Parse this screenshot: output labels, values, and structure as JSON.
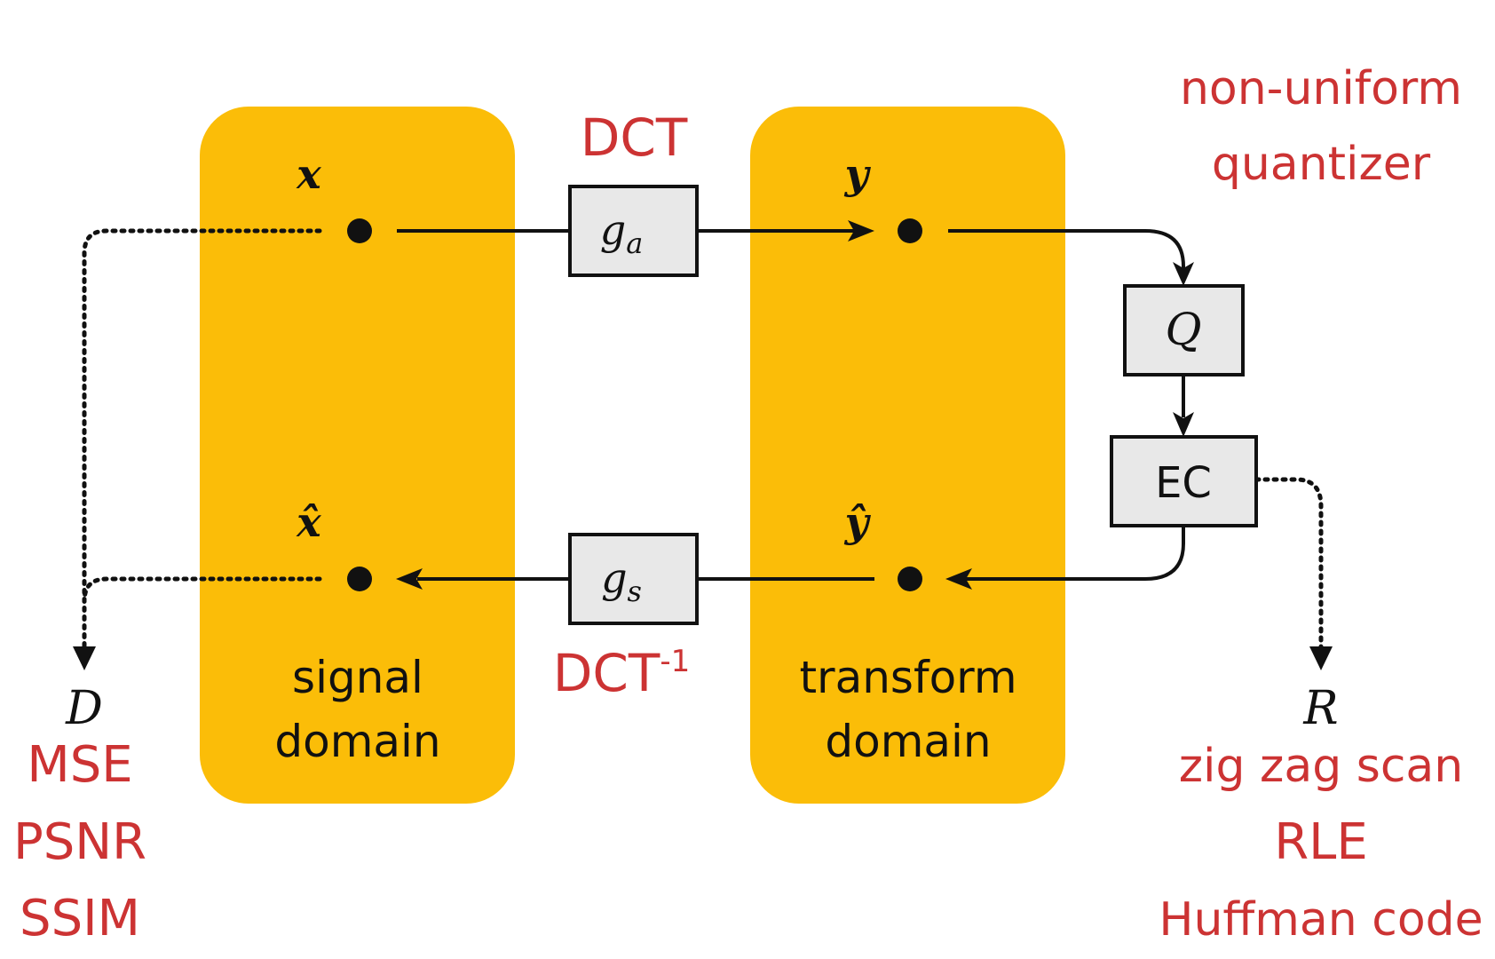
{
  "colors": {
    "domain_fill": "#FBBD08",
    "box_fill": "#E8E8E8",
    "accent_red": "#CC3333",
    "ink": "#111111"
  },
  "signal_domain": {
    "line1": "signal",
    "line2": "domain"
  },
  "transform_domain": {
    "line1": "transform",
    "line2": "domain"
  },
  "nodes": {
    "x": "x",
    "x_hat": "x̂",
    "y": "y",
    "y_hat": "ŷ"
  },
  "boxes": {
    "analysis": {
      "base": "g",
      "sub": "a"
    },
    "synthesis": {
      "base": "g",
      "sub": "s"
    },
    "quantizer": "Q",
    "entropy_coder": "EC"
  },
  "annotations": {
    "dct": "DCT",
    "idct_base": "DCT",
    "idct_sup": "-1",
    "quantizer_line1": "non-uniform",
    "quantizer_line2": "quantizer"
  },
  "distortion": {
    "symbol": "D",
    "metrics": [
      "MSE",
      "PSNR",
      "SSIM"
    ]
  },
  "rate": {
    "symbol": "R",
    "methods": [
      "zig zag scan",
      "RLE",
      "Huffman code"
    ]
  }
}
